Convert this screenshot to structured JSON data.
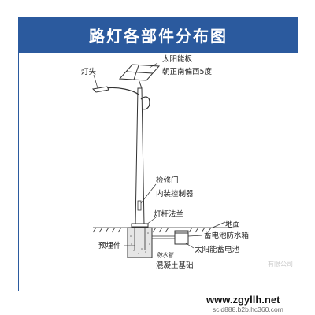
{
  "title": "路灯各部件分布图",
  "labels": {
    "lamp_head": "灯头",
    "solar_panel_line1": "太阳能板",
    "solar_panel_line2": "朝正南偏西5度",
    "access_door": "检修门",
    "controller": "内装控制器",
    "flange": "灯杆法兰",
    "ground": "地面",
    "battery_box": "蓄电池防水箱",
    "solar_battery": "太阳能蓄电池",
    "embedded": "预埋件",
    "conduit": "防水管",
    "foundation": "混凝土基础"
  },
  "watermark": {
    "faint": "有限公司",
    "url": "www.zgyllh.net",
    "sub": "scld888.b2b.hc360.com"
  },
  "colors": {
    "header_bg": "#2b5a9e",
    "header_text": "#ffffff",
    "line": "#333333"
  }
}
